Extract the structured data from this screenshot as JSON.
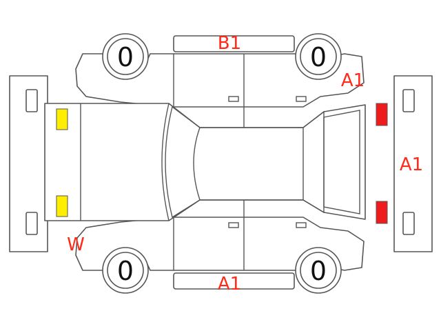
{
  "tires": {
    "front_left": "0",
    "front_right": "0",
    "rear_left": "0",
    "rear_right": "0"
  },
  "codes": {
    "roof_top": "B1",
    "rear_corner": "A1",
    "rear_bumper": "A1",
    "bottom_panel": "A1",
    "front_corner": "W"
  },
  "colors": {
    "code_text": "#ff2a1a",
    "front_lamp": "#ffee00",
    "rear_lamp": "#ee1c1c",
    "outline": "#555555"
  }
}
